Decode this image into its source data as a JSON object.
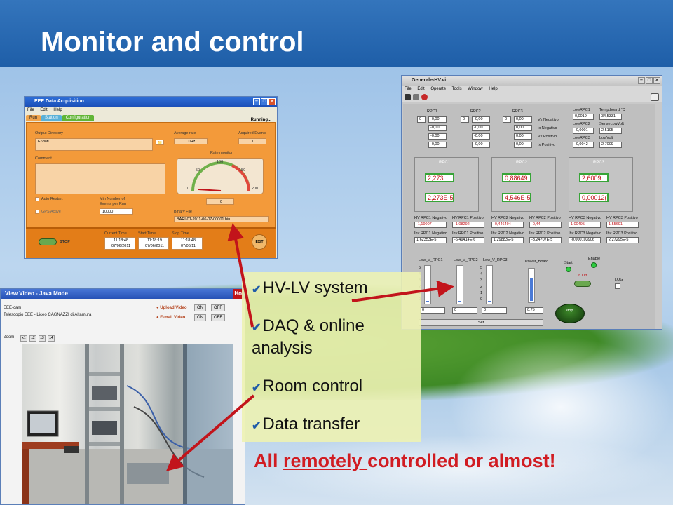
{
  "slide": {
    "title": "Monitor and control",
    "bullets": [
      "HV-LV system",
      "DAQ & online analysis",
      "Room control",
      "Data transfer"
    ],
    "bottom_prefix": "All ",
    "bottom_underlined": "remotely ",
    "bottom_suffix": "controlled or almost!"
  },
  "daq_window": {
    "title": "EEE Data Acquisition",
    "menu": [
      "File",
      "Edit",
      "Help"
    ],
    "tabs": [
      "Run",
      "Station",
      "Configuration"
    ],
    "status": "Running...",
    "output_directory_label": "Output Directory",
    "output_directory_value": "E:\\dati",
    "comment_label": "Comment",
    "auto_restart_label": "Auto Restart",
    "gps_active_label": "GPS Active",
    "min_events_label_1": "Min Number of",
    "min_events_label_2": "Events per Run",
    "min_events_value": "10000",
    "average_rate_label": "Average rate",
    "average_rate_value": "0Hz",
    "acquired_events_label": "Acquired Events",
    "acquired_events_value": "0",
    "rate_monitor_label": "Rate monitor",
    "gauge_ticks": [
      "0",
      "50",
      "100",
      "150",
      "200"
    ],
    "rate_value": "0",
    "binary_file_label": "Binary File",
    "binary_file_value": "BARI-01-2011-06-07-00001.bin",
    "stop_label": "STOP",
    "current_time_label": "Current Time",
    "current_time_value_1": "11:18:48",
    "current_time_value_2": "07/06/2011",
    "start_time_label": "Start Time",
    "start_time_value_1": "11:18:19",
    "start_time_value_2": "07/06/2011",
    "stop_time_label": "Stop Time",
    "stop_time_value_1": "11:18:48",
    "stop_time_value_2": "07/06/11",
    "exit_label": "EXIT"
  },
  "hv_window": {
    "title": "Generale-HV.vi",
    "menu": [
      "File",
      "Edit",
      "Operate",
      "Tools",
      "Window",
      "Help"
    ],
    "rpc_headers": [
      "RPC1",
      "RPC2",
      "RPC3"
    ],
    "rpc_selector_values": [
      "0",
      "0",
      "0"
    ],
    "rpc1_cells": [
      "-0,00",
      "-0,00",
      "-0,00",
      "-0,00"
    ],
    "rpc2_cells": [
      "-0,00",
      "-0,00",
      "-0,00",
      "-0,00"
    ],
    "rpc3_cells": [
      "0,00",
      "0,00",
      "0,00",
      "0,00"
    ],
    "row_labels": [
      "Vx Negativo",
      "Ix Negativo",
      "Vx Positivo",
      "Ix Positivo"
    ],
    "low_labels": [
      "LowRPC1",
      "LowRPC2",
      "LowRPC3"
    ],
    "low_values": [
      "0,0019",
      "-0,0001",
      "-0,0042"
    ],
    "temp_label": "Temp.board °C",
    "temp_value": "34,5331",
    "sense_label": "SenseLowVolt",
    "sense_value": "2,5195",
    "lowvolt_label": "LowVolt",
    "lowvolt_value": "2,7009",
    "rpc_boxes": [
      {
        "name": "RPC1",
        "v": "2,273",
        "i": "2,273E-5"
      },
      {
        "name": "RPC2",
        "v": "0,88649",
        "i": "4,546E-5"
      },
      {
        "name": "RPC3",
        "v": "2,6009",
        "i": "0,00012("
      }
    ],
    "hv_labels": [
      "HV RPC1 Negativo",
      "HV RPC1 Positivo",
      "HV RPC2 Negativo",
      "HV RPC2 Positivo",
      "HV RPC3 Negativo",
      "HV RPC3 Positivo"
    ],
    "hv_values": [
      "-1,19007",
      "-1,08292",
      "-0,446494",
      "-0,44",
      "1,00495",
      "1,55691"
    ],
    "ihv_labels": [
      "Ihv RPC1 Negativo",
      "Ihv RPC1 Positivo",
      "Ihv RPC2 Negativo",
      "Ihv RPC2 Positivo",
      "Ihv RPC3 Negativo",
      "Ihv RPC3 Positivo"
    ],
    "ihv_values": [
      "1,62353E-5",
      "-6,49414E-6",
      "1,29883E-5",
      "-3,24707E-5",
      "-0,000103906",
      "2,27295E-5"
    ],
    "slider_labels": [
      "Low_V_RPC1",
      "Low_V_RPC2",
      "Low_V_RPC3",
      "Power_Board"
    ],
    "slider_values": [
      "0",
      "0",
      "0",
      "0,75"
    ],
    "slider_levels": [
      0.0,
      0.0,
      0.0,
      0.75
    ],
    "slider_ticks": [
      "5",
      "4",
      "3",
      "2",
      "1",
      "0"
    ],
    "set_label": "Set",
    "start_label": "Start",
    "enable_label": "Enable",
    "onoff_label": "On Off",
    "log_label": "LOG",
    "stop_label": "stop"
  },
  "video_window": {
    "title": "View Video - Java Mode",
    "title_right": "Ho",
    "cam_label": "EEE-cam",
    "site_label": "Telescopio EEE - Liceo CAGNAZZI di Altamura",
    "upload_label": "Upload Video",
    "email_label": "E-mail Video",
    "on_label": "ON",
    "off_label": "OFF",
    "zoom_label": "Zoom",
    "zoom_levels": [
      "x1",
      "x2",
      "x3",
      "x4"
    ]
  },
  "colors": {
    "title_band": "#2a6db3",
    "bullet_box": "#edf2b3",
    "arrow": "#c2141b",
    "emphasis_text": "#d11c22",
    "daq_panel": "#f39a3a",
    "check": "#1f5ba8"
  }
}
